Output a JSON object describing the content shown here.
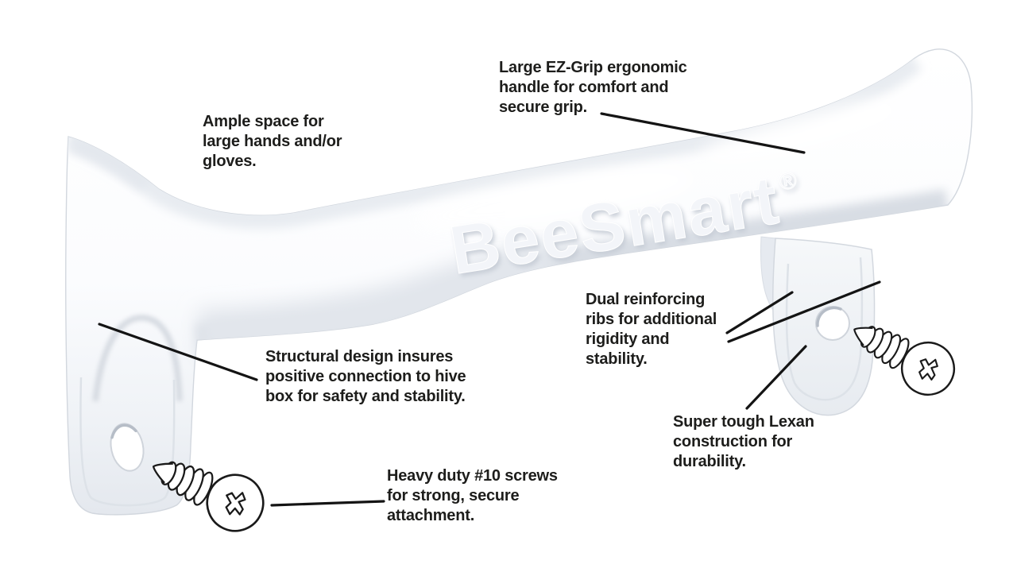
{
  "figure": {
    "type": "annotated-product-diagram"
  },
  "product": {
    "embossed_brand": "BeeSmart",
    "registered_mark": "®"
  },
  "callouts": {
    "ez_grip": {
      "text": "Large EZ-Grip ergonomic\nhandle for comfort and\nsecure grip."
    },
    "ample_space": {
      "text": "Ample space for\nlarge hands and/or\ngloves."
    },
    "dual_ribs": {
      "text": "Dual reinforcing\nribs for additional\nrigidity and\nstability."
    },
    "structural": {
      "text": "Structural design insures\npositive connection to hive\nbox for safety and stability."
    },
    "lexan": {
      "text": "Super tough Lexan\nconstruction for\ndurability."
    },
    "screws": {
      "text": "Heavy duty #10 screws\nfor strong, secure\nattachment."
    }
  },
  "colors": {
    "background": "#ffffff",
    "handle_white": "#ffffff",
    "handle_shade": "#e3e7ed",
    "outline": "#d0d5dc",
    "label_text": "#1d1d1b",
    "leader_line": "#141414",
    "screw_line_art": "#1a1a1a"
  }
}
